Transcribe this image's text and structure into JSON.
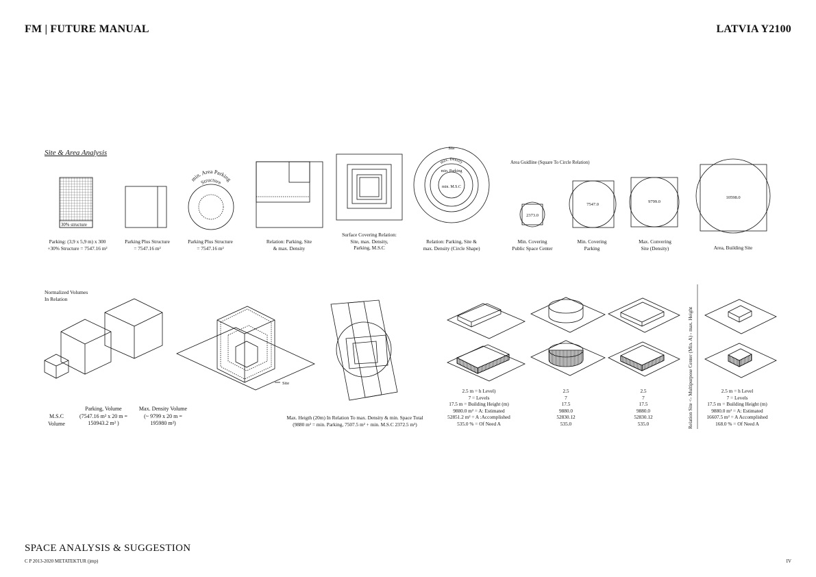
{
  "header": {
    "left": "FM | FUTURE MANUAL",
    "right": "LATVIA Y2100"
  },
  "footer": {
    "title": "SPACE ANALYSIS & SUGGESTION",
    "copyright": "C P 2013-2020 METATEKTUR (jmp)",
    "page": "IV"
  },
  "site_analysis": {
    "title": "Site & Area Analysis",
    "grid_label": "30% structure",
    "ring_labels": {
      "outer": "min. Area Parking",
      "inner": "Structure"
    },
    "circle_labels": {
      "site": "Site",
      "density": "max. Density",
      "parking": "min. Parking",
      "msc": "min. M.S.C"
    },
    "guideline_title": "Area Guidline (Square To Circle Relation)",
    "area_values": [
      "2373.0",
      "7547.0",
      "9799.0",
      "10598.0"
    ],
    "captions": {
      "parking": [
        "Parking: (3,9 x 5,9 m) x 300",
        "+30% Structure = 7547.16 m²"
      ],
      "parking_plus_1": [
        "Parking Plus Structure",
        "= 7547.16 m²"
      ],
      "parking_plus_2": [
        "Parking Plus Structure",
        "= 7547.16 m²"
      ],
      "relation": [
        "Relation: Parking, Site",
        "& max. Density"
      ],
      "surface": [
        "Surface Covering Relation:",
        "Site, max. Density,",
        "Parking, M.S.C"
      ],
      "relation_circle": [
        "Relation: Parking, Site &",
        "max. Density (Circle Shape)"
      ],
      "min_cover_psc": [
        "Min. Covering",
        "Public Space Center"
      ],
      "min_cover_parking": [
        "Min. Covering",
        "Parking"
      ],
      "max_cover_site": [
        "Max. Convering",
        "Site (Density)"
      ],
      "area_building": [
        "Area, Building Site"
      ]
    }
  },
  "volumes": {
    "title": [
      "Normalized Volumes",
      "In Relation"
    ],
    "site_label": "Site",
    "msc_label": [
      "M.S.C",
      "Volume"
    ],
    "parking_volume": [
      "Parking, Volume",
      "(7547.16 m² x 20 m =",
      "150943.2 m² )"
    ],
    "max_density_volume": [
      "Max. Density Volume",
      "(~ 9799 x 20 m =",
      "195980 m²)"
    ],
    "max_height": [
      "Max. Heigth (20m) In Relation To max. Density & min. Space Total",
      "(9880 m² = min. Parking, 7507.5 m² + min. M.S.C 2372.5 m²)"
    ],
    "vertical_label": "Relation Site <- Multipurpose Center (Min. A) - max. Height",
    "stats": [
      [
        "2.5 m = h Level)",
        "7 = Levels",
        "17.5 m = Building Height (m)",
        "9880.0 m² = A: Estimated",
        "52851.2 m² = A :Accomplished",
        "535.0 % = Of Need A"
      ],
      [
        "2.5",
        "7",
        "17.5",
        "9880.0",
        "52830.12",
        "535.0"
      ],
      [
        "2.5",
        "7",
        "17.5",
        "9880.0",
        "52830.12",
        "535.0"
      ],
      [
        "2.5 m = h Level",
        "7 = Levels",
        "17.5 m = Building Height (m)",
        "9880.0 m² = A: Estimated",
        "16607.5 m² = A Accomplished",
        "168.0 % = Of Need A"
      ]
    ]
  }
}
